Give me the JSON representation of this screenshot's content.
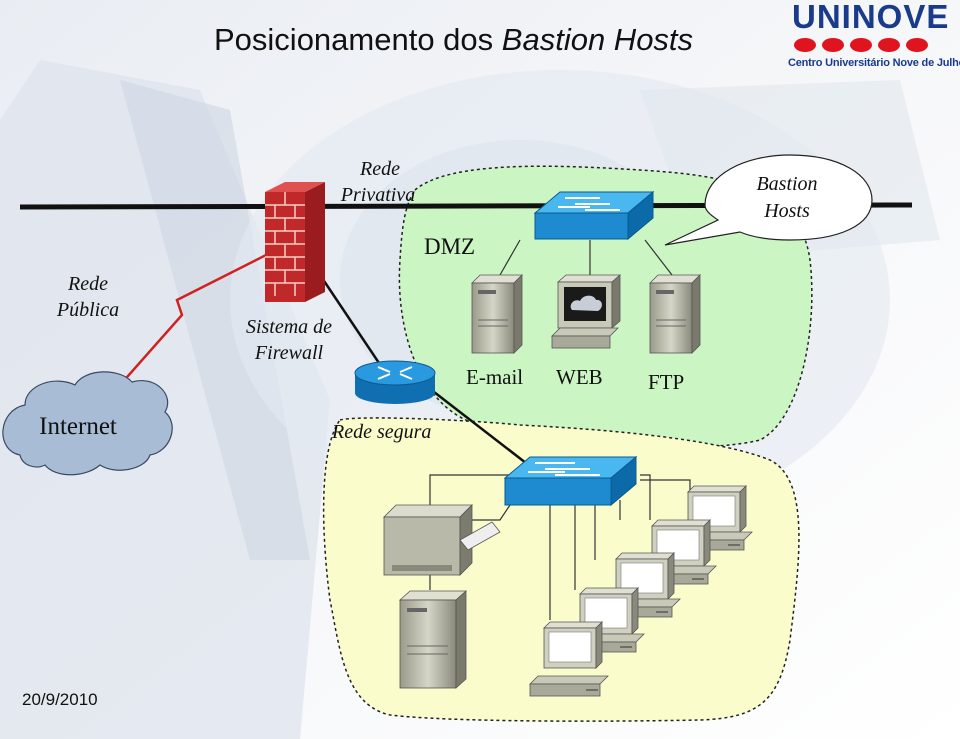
{
  "title": {
    "regular": "Posicionamento dos",
    "italic": "Bastion Hosts"
  },
  "logo": {
    "name": "UNINOVE",
    "subtitle": "Centro Universitário Nove de Julho"
  },
  "date": "20/9/2010",
  "labels": {
    "rede_privativa_1": "Rede",
    "rede_privativa_2": "Privativa",
    "rede_publica_1": "Rede",
    "rede_publica_2": "Pública",
    "internet": "Internet",
    "firewall_1": "Sistema de",
    "firewall_2": "Firewall",
    "dmz": "DMZ",
    "email": "E-mail",
    "web": "WEB",
    "ftp": "FTP",
    "rede_segura": "Rede segura",
    "bastion_1": "Bastion",
    "bastion_2": "Hosts"
  },
  "colors": {
    "dmz_zone": "#ccf5c4",
    "secure_zone": "#fafccb",
    "device_blue": "#1e90d6",
    "firewall_red": "#c0282a",
    "link_red": "#d02020",
    "cloud": "#a8bcd6"
  }
}
